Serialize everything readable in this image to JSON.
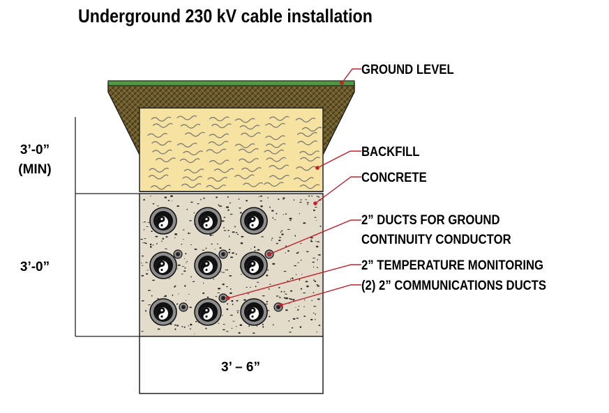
{
  "title": "Underground 230 kV cable installation",
  "dimensions": {
    "upper_height": "3’-0”",
    "upper_height_note": "(MIN)",
    "lower_height": "3’-0”",
    "width": "3’ – 6”"
  },
  "labels": {
    "ground_level": "GROUND LEVEL",
    "backfill": "BACKFILL",
    "concrete": "CONCRETE",
    "ground_ducts_line1": "2” DUCTS FOR GROUND",
    "ground_ducts_line2": "CONTINUITY CONDUCTOR",
    "temperature": "2” TEMPERATURE MONITORING",
    "communications": "(2) 2” COMMUNICATIONS DUCTS"
  },
  "colors": {
    "grass": "#4f9a3e",
    "soil": "#6b5a2c",
    "backfill": "#f6e3a1",
    "concrete": "#e3dccb",
    "leader": "#c21f2a"
  },
  "icons": {
    "large_duct": "cable-duct-icon",
    "small_duct": "small-duct-icon"
  }
}
